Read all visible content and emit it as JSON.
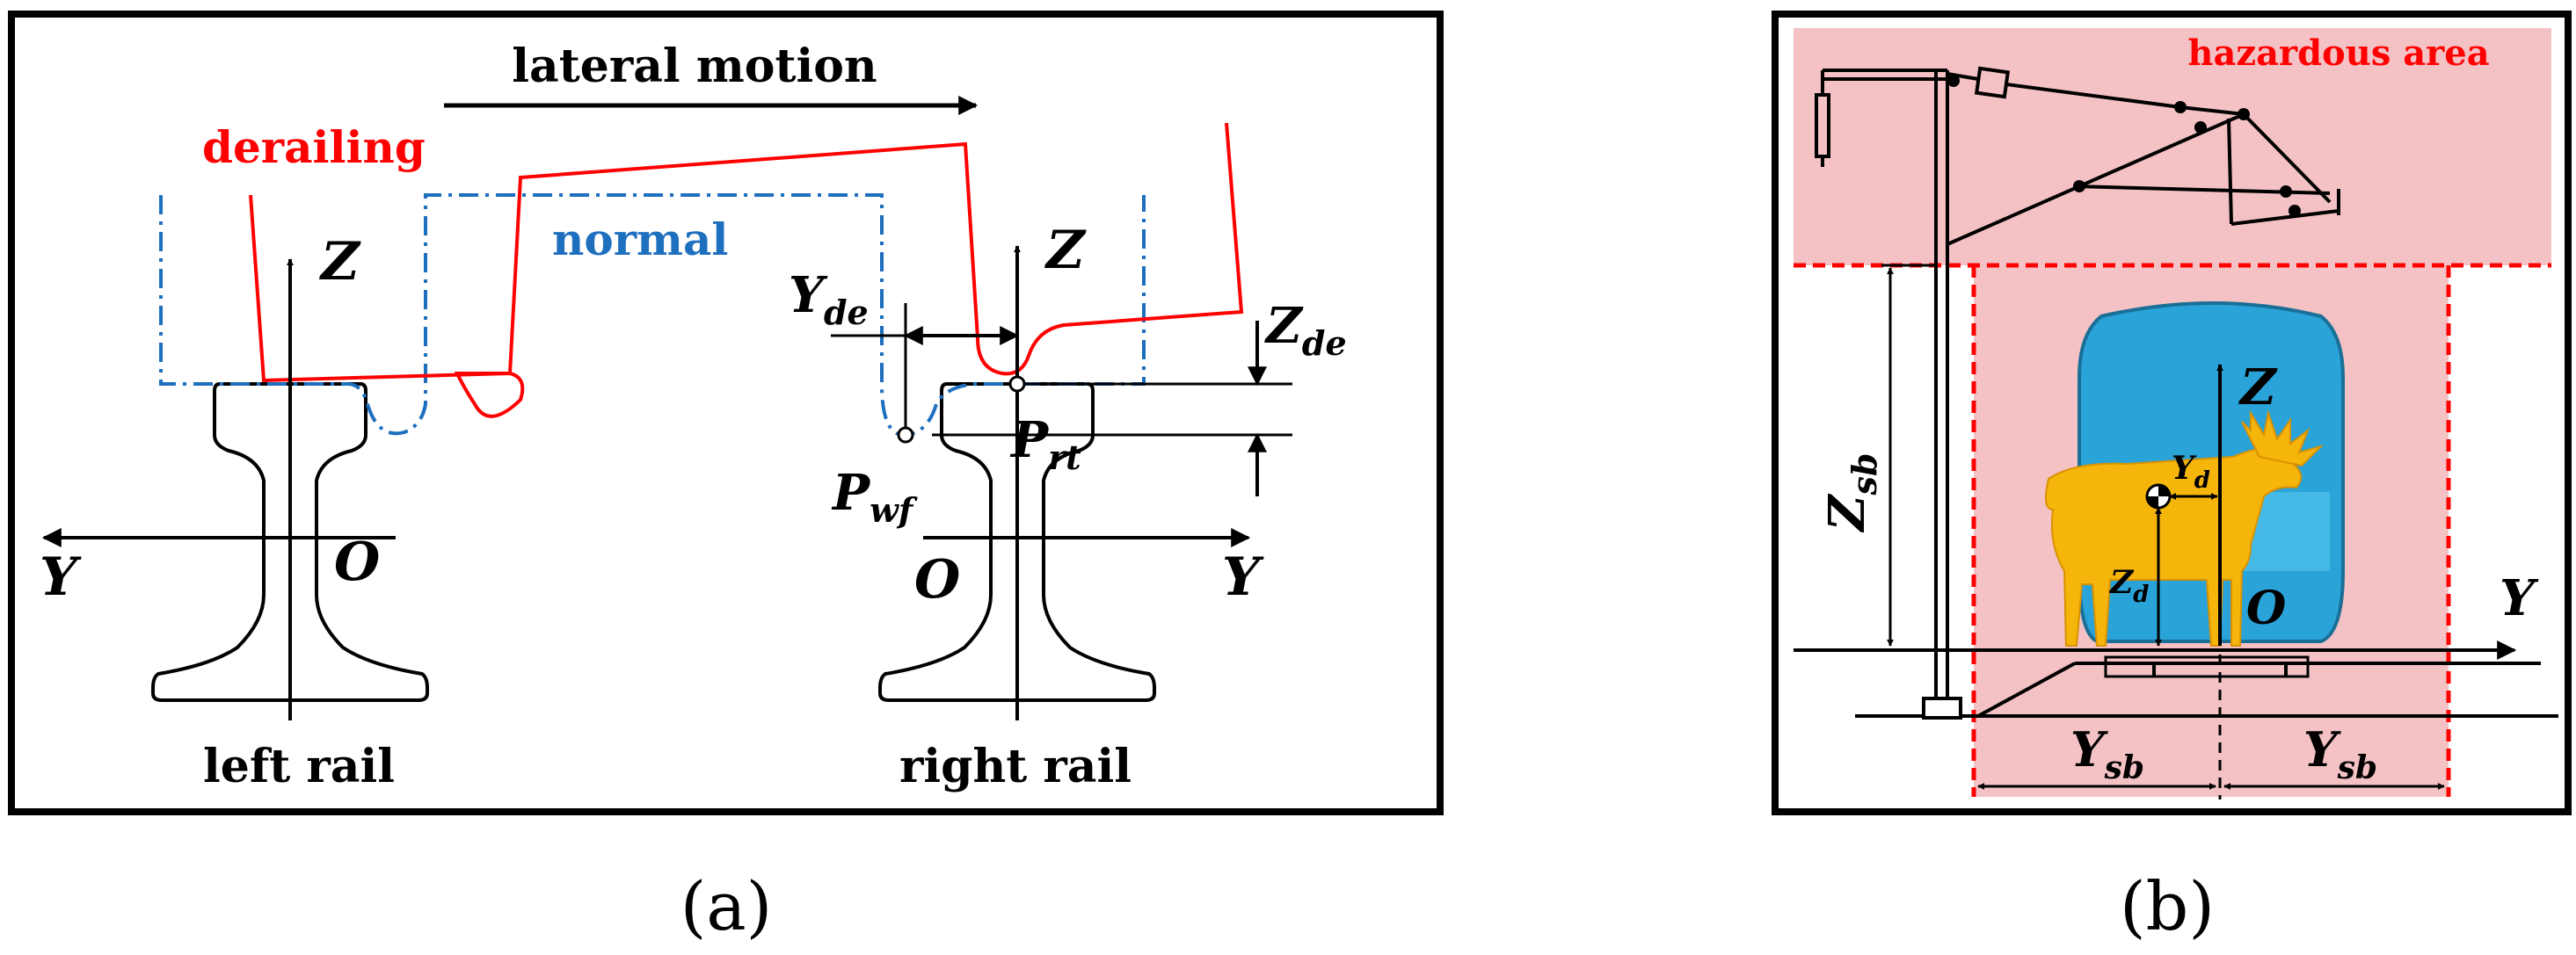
{
  "panel_a": {
    "caption": "(a)",
    "lateral_motion": "lateral motion",
    "derailing": "derailing",
    "normal": "normal",
    "axis_z_left": "Z",
    "axis_z_right": "Z",
    "axis_y_left": "Y",
    "axis_y_right": "Y",
    "origin_left": "O",
    "origin_right": "O",
    "y_de": {
      "main": "Y",
      "sub": "de"
    },
    "z_de": {
      "main": "Z",
      "sub": "de"
    },
    "p_wf": {
      "main": "P",
      "sub": "wf"
    },
    "p_rt": {
      "main": "P",
      "sub": "rt"
    },
    "left_rail": "left rail",
    "right_rail": "right rail"
  },
  "panel_b": {
    "caption": "(b)",
    "hazardous_area": "hazardous area",
    "axis_z": "Z",
    "axis_y": "Y",
    "origin": "O",
    "y_d": {
      "main": "Y",
      "sub": "d"
    },
    "z_d": {
      "main": "Z",
      "sub": "d"
    },
    "z_sb": {
      "main": "Z",
      "sub": "sb"
    },
    "y_sb_left": {
      "main": "Y",
      "sub": "sb"
    },
    "y_sb_right": {
      "main": "Y",
      "sub": "sb"
    }
  },
  "colors": {
    "derailing": "#ff0000",
    "normal": "#1f6fbf",
    "hazard_fill": "#f4c2c4",
    "hazard_line": "#ff0000",
    "train": "#2aa3d8",
    "moose": "#f5b50a"
  }
}
